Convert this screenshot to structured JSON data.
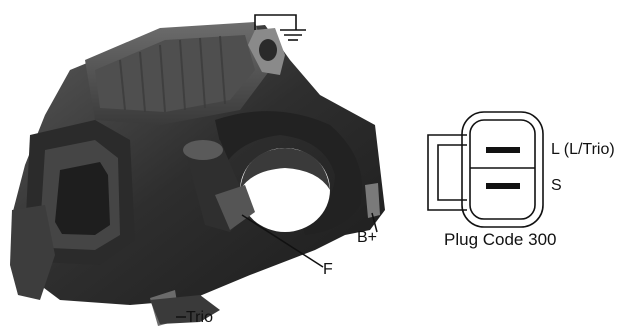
{
  "photo": {
    "labels": {
      "b_plus": "B+",
      "field": "F",
      "trio": "Trio"
    },
    "icons": [
      "ground-icon"
    ]
  },
  "plug": {
    "code_label": "Plug Code 300",
    "pins": [
      {
        "label": "L (L/Trio)"
      },
      {
        "label": "S"
      }
    ]
  },
  "colors": {
    "regulator_body": "#3a3a3a",
    "background": "#ffffff",
    "line": "#111111"
  }
}
